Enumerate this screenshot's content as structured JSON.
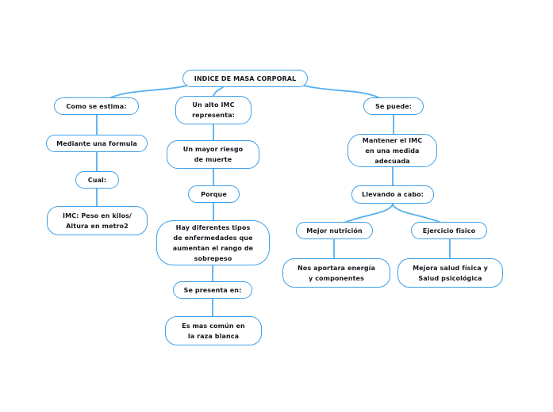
{
  "diagram": {
    "type": "mind-map",
    "accent_color": "#3e9fe8",
    "connector_color": "#55aff0",
    "text_color": "#16161f",
    "background_color": "#ffffff",
    "nodes": {
      "root": {
        "label": "INDICE DE MASA CORPORAL",
        "children": [
          "como",
          "alto",
          "sepuede"
        ]
      },
      "como": {
        "label": "Como se estima:",
        "children": [
          "mediante"
        ]
      },
      "mediante": {
        "label": "Mediante una formula",
        "children": [
          "cual"
        ]
      },
      "cual": {
        "label": "Cual:",
        "children": [
          "imcformula"
        ]
      },
      "imcformula": {
        "label": "IMC: Peso en kilos/\nAltura en metro2",
        "children": []
      },
      "alto": {
        "label": "Un alto IMC\nrepresenta:",
        "children": [
          "riesgo"
        ]
      },
      "riesgo": {
        "label": "Un mayor riesgo\nde muerte",
        "children": [
          "porque"
        ]
      },
      "porque": {
        "label": "Porque",
        "children": [
          "enfermedades"
        ]
      },
      "enfermedades": {
        "label": "Hay diferentes tipos\nde enfermedades que\naumentan el rango de\nsobrepeso",
        "children": [
          "presenta"
        ]
      },
      "presenta": {
        "label": "Se presenta en:",
        "children": [
          "comun"
        ]
      },
      "comun": {
        "label": "Es mas común en\nla raza blanca",
        "children": []
      },
      "sepuede": {
        "label": "Se puede:",
        "children": [
          "mantener"
        ]
      },
      "mantener": {
        "label": "Mantener el IMC\nen una medida\nadecuada",
        "children": [
          "llevando"
        ]
      },
      "llevando": {
        "label": "Llevando a cabo:",
        "children": [
          "nutricion",
          "ejercicio"
        ]
      },
      "nutricion": {
        "label": "Mejor nutrición",
        "children": [
          "energia"
        ]
      },
      "energia": {
        "label": "Nos aportara energía\ny componentes",
        "children": []
      },
      "ejercicio": {
        "label": "Ejercicio fisico",
        "children": [
          "mejora"
        ]
      },
      "mejora": {
        "label": "Mejora salud física y\nSalud psicológica",
        "children": []
      }
    }
  }
}
